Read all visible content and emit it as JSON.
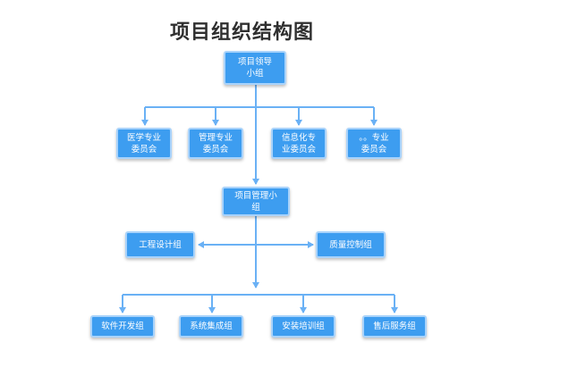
{
  "title": "项目组织结构图",
  "nodes": {
    "leader": "项目领导\n小组",
    "committees": [
      "医学专业\n委员会",
      "管理专业\n委员会",
      "信息化专\n业委员会",
      "。。专业\n委员会"
    ],
    "management": "项目管理小\n组",
    "side": [
      "工程设计组",
      "质量控制组"
    ],
    "teams": [
      "软件开发组",
      "系统集成组",
      "安装培训组",
      "售后服务组"
    ]
  },
  "colors": {
    "node_fill": "#3d9df0",
    "node_border": "#a9d3fb",
    "connector": "#6ab1f5"
  }
}
